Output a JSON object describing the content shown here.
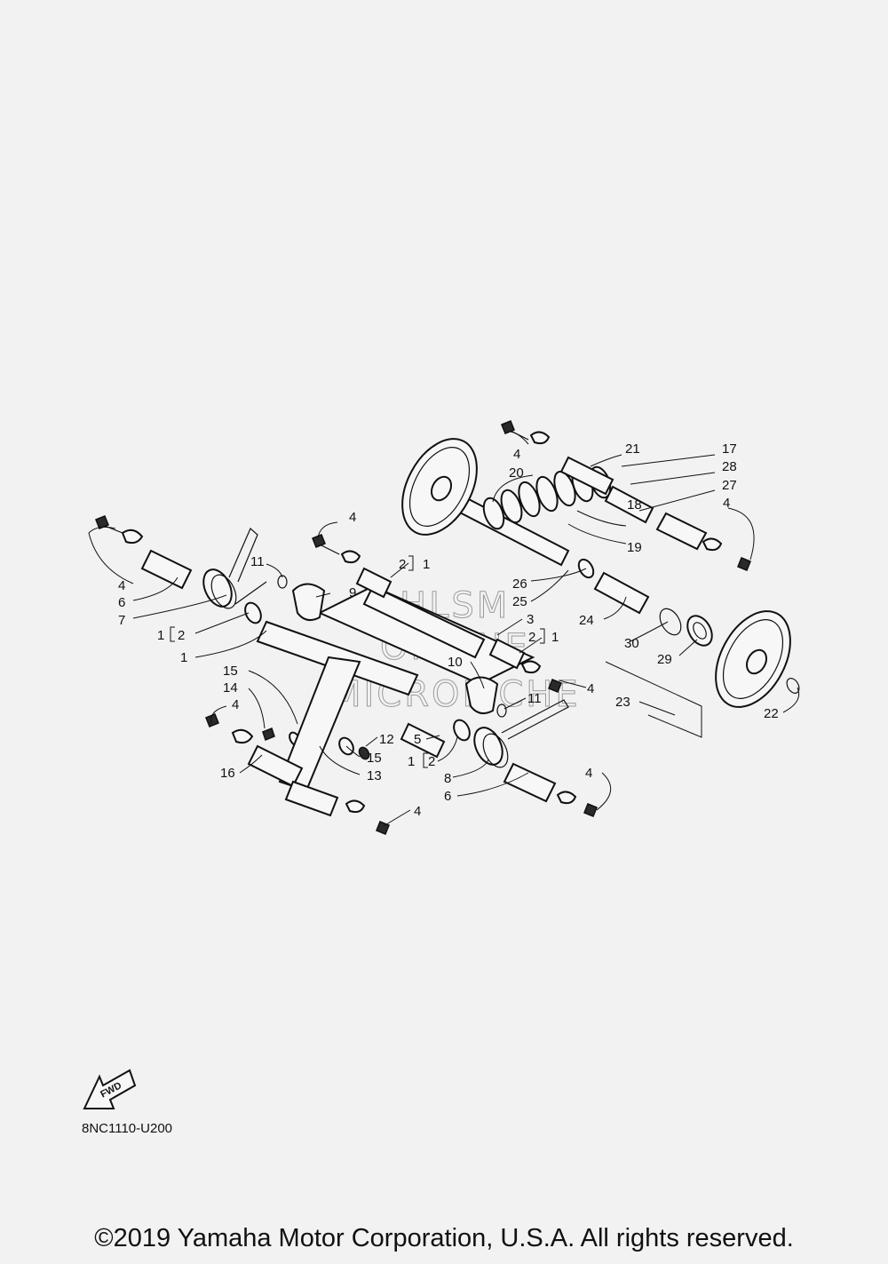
{
  "watermark": [
    "HLSM",
    "ONLINE",
    "MICROFICHE"
  ],
  "fwd_label": "FWD",
  "diagram_code": "8NC1110-U200",
  "copyright": "©2019 Yamaha Motor Corporation, U.S.A. All rights reserved.",
  "callouts": [
    {
      "id": "c21",
      "text": "21"
    },
    {
      "id": "c17",
      "text": "17"
    },
    {
      "id": "c4a",
      "text": "4"
    },
    {
      "id": "c20",
      "text": "20"
    },
    {
      "id": "c28",
      "text": "28"
    },
    {
      "id": "c27",
      "text": "27"
    },
    {
      "id": "c4b",
      "text": "4"
    },
    {
      "id": "c18",
      "text": "18"
    },
    {
      "id": "c19",
      "text": "19"
    },
    {
      "id": "c4c",
      "text": "4"
    },
    {
      "id": "c11a",
      "text": "11"
    },
    {
      "id": "c21a",
      "text": "2"
    },
    {
      "id": "c21b",
      "text": "1"
    },
    {
      "id": "c9",
      "text": "9"
    },
    {
      "id": "c26",
      "text": "26"
    },
    {
      "id": "c25",
      "text": "25"
    },
    {
      "id": "c3",
      "text": "3"
    },
    {
      "id": "c22a",
      "text": "2"
    },
    {
      "id": "c22b",
      "text": "1"
    },
    {
      "id": "c24",
      "text": "24"
    },
    {
      "id": "c4d",
      "text": "4"
    },
    {
      "id": "c6a",
      "text": "6"
    },
    {
      "id": "c7",
      "text": "7"
    },
    {
      "id": "c12a",
      "text": "1"
    },
    {
      "id": "c12b",
      "text": "2"
    },
    {
      "id": "c1",
      "text": "1"
    },
    {
      "id": "c30",
      "text": "30"
    },
    {
      "id": "c29",
      "text": "29"
    },
    {
      "id": "c10",
      "text": "10"
    },
    {
      "id": "c15a",
      "text": "15"
    },
    {
      "id": "c14",
      "text": "14"
    },
    {
      "id": "c4e",
      "text": "4"
    },
    {
      "id": "c11b",
      "text": "11"
    },
    {
      "id": "c4f",
      "text": "4"
    },
    {
      "id": "c23",
      "text": "23"
    },
    {
      "id": "c22",
      "text": "22"
    },
    {
      "id": "c12",
      "text": "12"
    },
    {
      "id": "c5",
      "text": "5"
    },
    {
      "id": "c15b",
      "text": "15"
    },
    {
      "id": "c13",
      "text": "13"
    },
    {
      "id": "c16",
      "text": "16"
    },
    {
      "id": "c12c",
      "text": "1"
    },
    {
      "id": "c12d",
      "text": "2"
    },
    {
      "id": "c8",
      "text": "8"
    },
    {
      "id": "c6b",
      "text": "6"
    },
    {
      "id": "c4g",
      "text": "4"
    },
    {
      "id": "c4h",
      "text": "4"
    }
  ]
}
